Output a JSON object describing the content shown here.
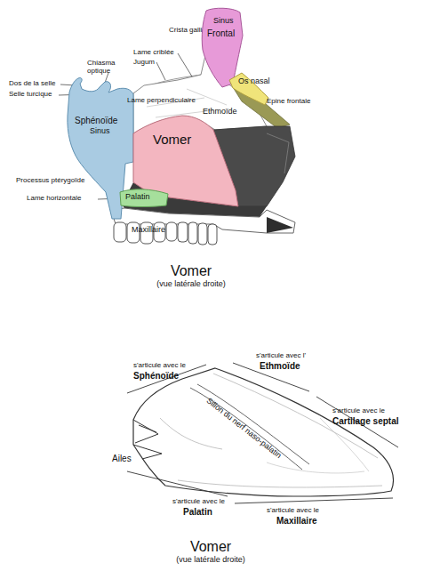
{
  "diagram": {
    "nodes": [
      {
        "text": [
          "Sinus",
          "Frontal"
        ]
      },
      {
        "text": [
          "Os nasal"
        ]
      },
      {
        "text": [
          "Sphénoïde",
          "Sinus"
        ]
      },
      {
        "text": [
          "Vomer"
        ]
      },
      {
        "text": [
          "Palatin"
        ]
      }
    ],
    "labels": [
      "Crista galli",
      "Lame criblée",
      "Jugum",
      "Chiasma optique",
      "Dos de la selle",
      "Selle turcique",
      "Lame perpendiculaire",
      "Ethmoïde",
      "Epine frontale",
      "Processus ptérygoïde",
      "Lame horizontale",
      "Maxillaire",
      "Vomer",
      "(vue latérale droite)",
      "s'articule avec le",
      "Sphénoïde",
      "s'articule avec l'",
      "Ethmoïde",
      "s'articule avec le",
      "Cartilage septal",
      "Ailes",
      "Sillon du nerf naso-palatin",
      "s'articule avec le",
      "Palatin",
      "s'articule avec le",
      "Maxillaire",
      "Vomer",
      "(vue latérale droite)"
    ]
  }
}
